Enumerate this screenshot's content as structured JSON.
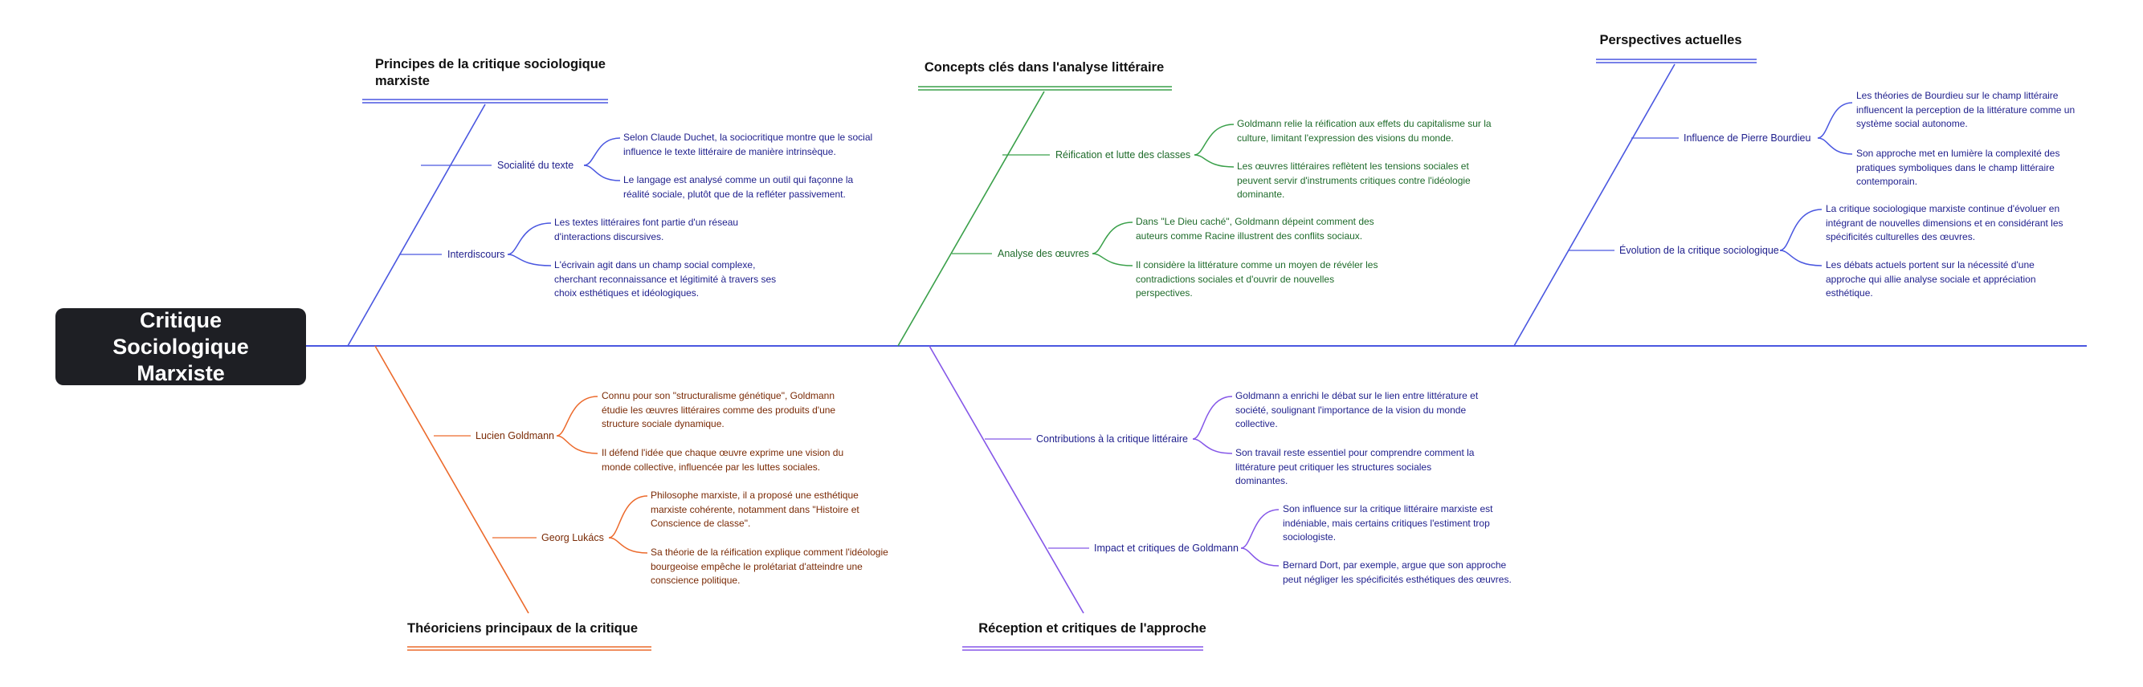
{
  "colors": {
    "blue": "#4a57e0",
    "green": "#3aa04a",
    "orange": "#ec6a2c",
    "purple": "#8557e8",
    "root_bg": "#1e1f24"
  },
  "root": {
    "title": "Critique Sociologique Marxiste"
  },
  "categories": [
    {
      "title": "Principes de la critique sociologique marxiste",
      "color": "blue",
      "branches": [
        {
          "label": "Socialité du texte",
          "leaves": [
            "Selon Claude Duchet, la sociocritique montre que le social influence le texte littéraire de manière intrinsèque.",
            "Le langage est analysé comme un outil qui façonne la réalité sociale, plutôt que de la refléter passivement."
          ]
        },
        {
          "label": "Interdiscours",
          "leaves": [
            "Les textes littéraires font partie d'un réseau d'interactions discursives.",
            "L'écrivain agit dans un champ social complexe, cherchant reconnaissance et légitimité à travers ses choix esthétiques et idéologiques."
          ]
        }
      ]
    },
    {
      "title": "Concepts clés dans l'analyse littéraire",
      "color": "green",
      "branches": [
        {
          "label": "Réification et lutte des classes",
          "leaves": [
            "Goldmann relie la réification aux effets du capitalisme sur la culture, limitant l'expression des visions du monde.",
            "Les œuvres littéraires reflètent les tensions sociales et peuvent servir d'instruments critiques contre l'idéologie dominante."
          ]
        },
        {
          "label": "Analyse des œuvres",
          "leaves": [
            "Dans \"Le Dieu caché\", Goldmann dépeint comment des auteurs comme Racine illustrent des conflits sociaux.",
            "Il considère la littérature comme un moyen de révéler les contradictions sociales et d'ouvrir de nouvelles perspectives."
          ]
        }
      ]
    },
    {
      "title": "Perspectives actuelles",
      "color": "blue",
      "branches": [
        {
          "label": "Influence de Pierre Bourdieu",
          "leaves": [
            "Les théories de Bourdieu sur le champ littéraire influencent la perception de la littérature comme un système social autonome.",
            "Son approche met en lumière la complexité des pratiques symboliques dans le champ littéraire contemporain."
          ]
        },
        {
          "label": "Évolution de la critique sociologique",
          "leaves": [
            "La critique sociologique marxiste continue d'évoluer en intégrant de nouvelles dimensions et en considérant les spécificités culturelles des œuvres.",
            "Les débats actuels portent sur la nécessité d'une approche qui allie analyse sociale et appréciation esthétique."
          ]
        }
      ]
    },
    {
      "title": "Théoriciens principaux de la critique",
      "color": "orange",
      "branches": [
        {
          "label": "Lucien Goldmann",
          "leaves": [
            "Connu pour son \"structuralisme génétique\", Goldmann étudie les œuvres littéraires comme des produits d'une structure sociale dynamique.",
            "Il défend l'idée que chaque œuvre exprime une vision du monde collective, influencée par les luttes sociales."
          ]
        },
        {
          "label": "Georg Lukács",
          "leaves": [
            "Philosophe marxiste, il a proposé une esthétique marxiste cohérente, notamment dans \"Histoire et Conscience de classe\".",
            "Sa théorie de la réification explique comment l'idéologie bourgeoise empêche le prolétariat d'atteindre une conscience politique."
          ]
        }
      ]
    },
    {
      "title": "Réception et critiques de l'approche",
      "color": "purple",
      "branches": [
        {
          "label": "Contributions à la critique littéraire",
          "leaves": [
            "Goldmann a enrichi le débat sur le lien entre littérature et société, soulignant l'importance de la vision du monde collective.",
            "Son travail reste essentiel pour comprendre comment la littérature peut critiquer les structures sociales dominantes."
          ]
        },
        {
          "label": "Impact et critiques de Goldmann",
          "leaves": [
            "Son influence sur la critique littéraire marxiste est indéniable, mais certains critiques l'estiment trop sociologiste.",
            "Bernard Dort, par exemple, argue que son approche peut négliger les spécificités esthétiques des œuvres."
          ]
        }
      ]
    }
  ]
}
